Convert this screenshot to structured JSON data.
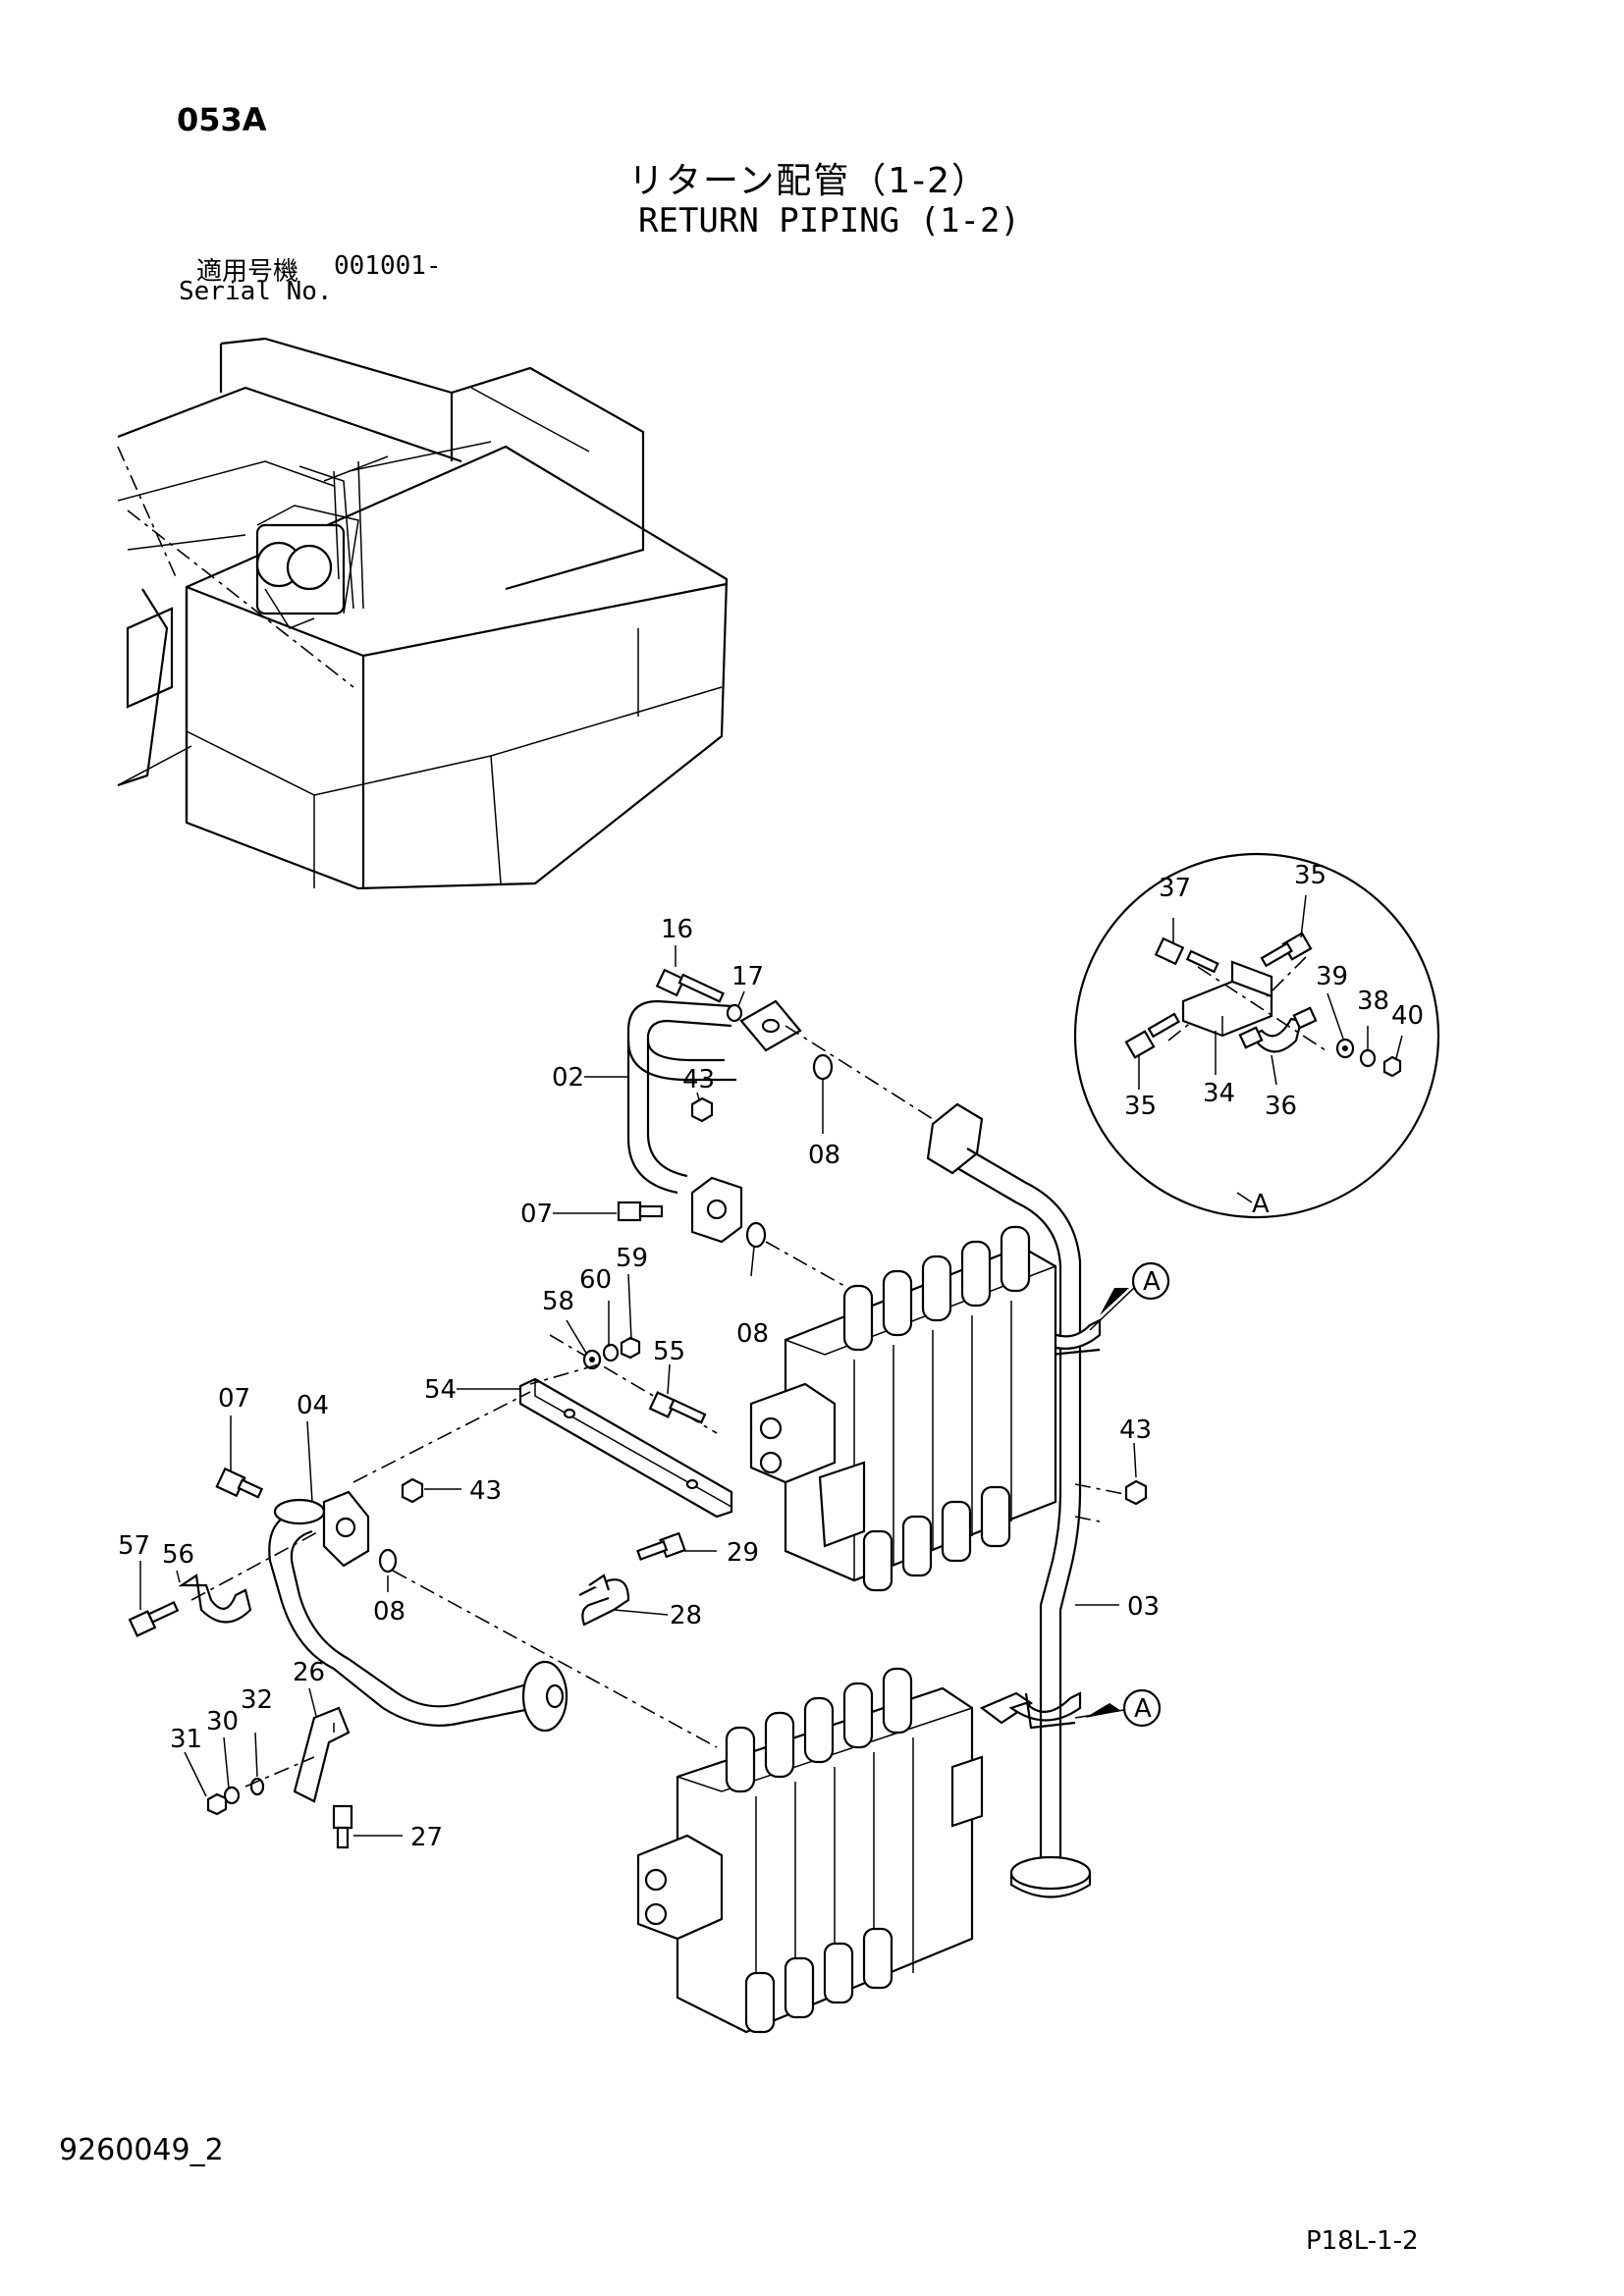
{
  "header": {
    "page_code": "053A",
    "title_ja": "リターン配管（1-2）",
    "title_en": "RETURN PIPING (1-2)",
    "serial_label_ja": "適用号機",
    "serial_value": "001001-",
    "serial_label_en": "Serial No."
  },
  "callouts": {
    "c16": "16",
    "c17": "17",
    "c02": "02",
    "c43a": "43",
    "c08a": "08",
    "c07a": "07",
    "c08b": "08",
    "c59": "59",
    "c60": "60",
    "c58": "58",
    "c55": "55",
    "c54": "54",
    "c07b": "07",
    "c04": "04",
    "c43b": "43",
    "c56": "56",
    "c57": "57",
    "c08c": "08",
    "c29": "29",
    "c28": "28",
    "c26": "26",
    "c32": "32",
    "c30": "30",
    "c31": "31",
    "c27": "27",
    "c43c": "43",
    "c03": "03",
    "ref_a1": "A",
    "ref_a2": "A"
  },
  "detail_view": {
    "label": "A",
    "callouts": {
      "d37": "37",
      "d35a": "35",
      "d39": "39",
      "d38": "38",
      "d40": "40",
      "d35b": "35",
      "d34": "34",
      "d36": "36"
    }
  },
  "footer": {
    "doc_id": "9260049_2",
    "page_ref": "P18L-1-2"
  }
}
